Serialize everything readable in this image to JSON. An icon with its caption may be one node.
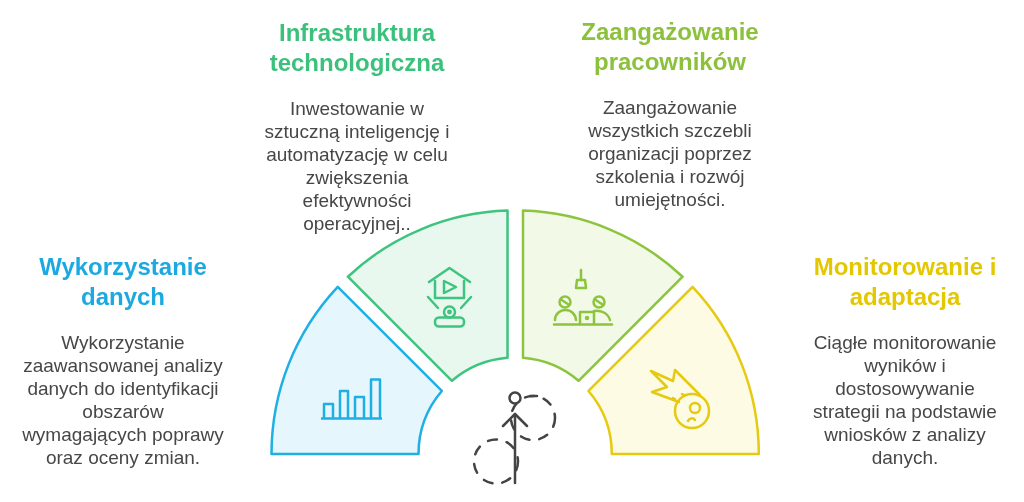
{
  "diagram": {
    "nodes": [
      {
        "text": [
          "Wykorzystanie danych",
          "Wykorzystanie zaawansowanej analizy danych do identyfikacji obszarów wymagających poprawy oraz oceny zmian."
        ]
      },
      {
        "text": [
          "Infrastruktura technologiczna",
          "Inwestowanie w sztuczną inteligencję i automatyzację w celu zwiększenia efektywności operacyjnej.."
        ]
      },
      {
        "text": [
          "Zaangażowanie pracowników",
          "Zaangażowanie wszystkich szczebli organizacji poprzez szkolenia i rozwój umiejętności."
        ]
      },
      {
        "text": [
          "Monitorowanie i adaptacja",
          "Ciągłe monitorowanie wyników i dostosowywanie strategii na podstawie wniosków z analizy danych."
        ]
      }
    ]
  }
}
